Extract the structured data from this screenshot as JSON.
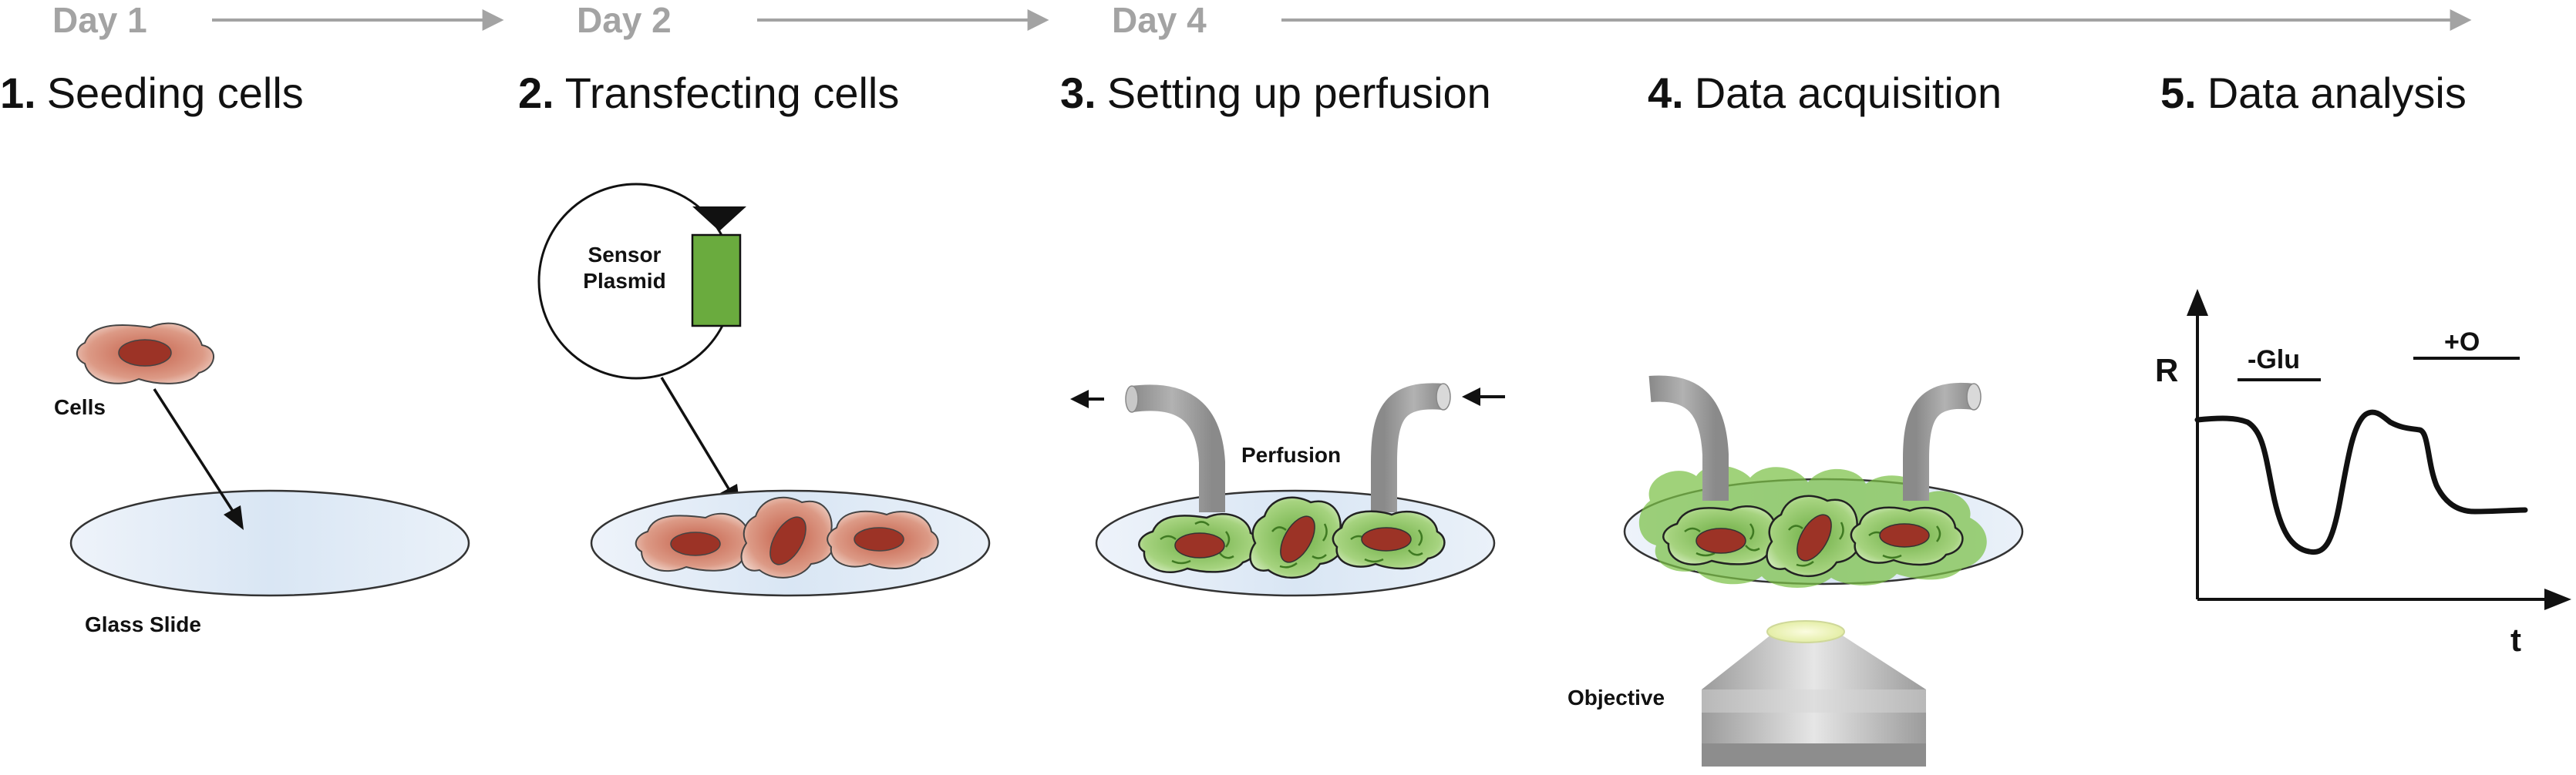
{
  "timeline": {
    "days": [
      "Day 1",
      "Day 2",
      "Day 4"
    ],
    "color": "#a3a3a3"
  },
  "steps": [
    {
      "number": "1.",
      "title": "Seeding cells"
    },
    {
      "number": "2.",
      "title": "Transfecting cells"
    },
    {
      "number": "3.",
      "title": "Setting up perfusion"
    },
    {
      "number": "4.",
      "title": "Data acquisition"
    },
    {
      "number": "5.",
      "title": "Data analysis"
    }
  ],
  "panel1": {
    "cells_label": "Cells",
    "slide_label": "Glass Slide"
  },
  "panel2": {
    "plasmid_line1": "Sensor",
    "plasmid_line2": "Plasmid"
  },
  "panel3": {
    "perfusion_label": "Perfusion"
  },
  "panel4": {
    "objective_label": "Objective"
  },
  "panel5": {
    "y_axis_label": "R",
    "x_axis_label": "t",
    "condition_1": "-Glu",
    "condition_2": "+O"
  },
  "colors": {
    "slide_fill": "#dde8f5",
    "cell_fill": "#c96a55",
    "nucleus_fill": "#9c3326",
    "transfected_fill": "#8cc163",
    "fluorescence_glow": "#7cc047",
    "plasmid_gene": "#6aab3e",
    "tube": "#9a9a9a"
  }
}
